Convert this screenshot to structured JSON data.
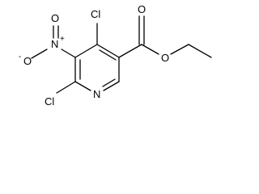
{
  "molecule": {
    "atom_labels": {
      "cl_top": "Cl",
      "cl_bottom": "Cl",
      "ring_nitrogen": "N",
      "nitro_nitrogen": "N",
      "nitro_plus": "+",
      "nitro_oxygen_upper": "O",
      "nitro_oxygen_lower": "O",
      "nitro_minus": "-",
      "carbonyl_oxygen": "O",
      "ester_oxygen": "O"
    }
  }
}
